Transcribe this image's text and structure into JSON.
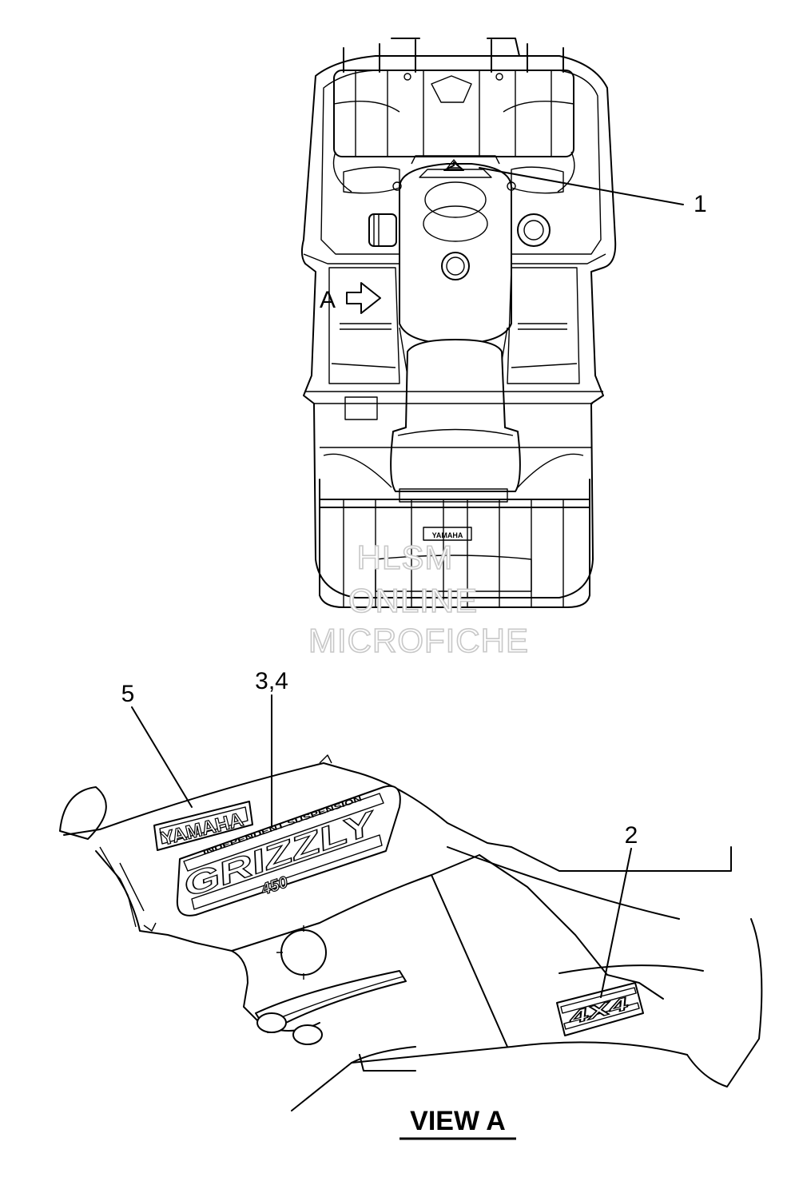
{
  "diagram": {
    "callouts": {
      "c1": "1",
      "c2": "2",
      "c34": "3,4",
      "c5": "5"
    },
    "view_marker": "A",
    "view_title": "VIEW A",
    "watermark": [
      "HLSM",
      "ONLINE",
      "MICROFICHE"
    ],
    "decals": {
      "yamaha": "YAMAHA",
      "rear_yamaha": "YAMAHA",
      "suspension": "INDEPENDENT SUSPENSION",
      "model": "GRIZZLY",
      "model_number": "450",
      "drive": "4X4"
    }
  }
}
